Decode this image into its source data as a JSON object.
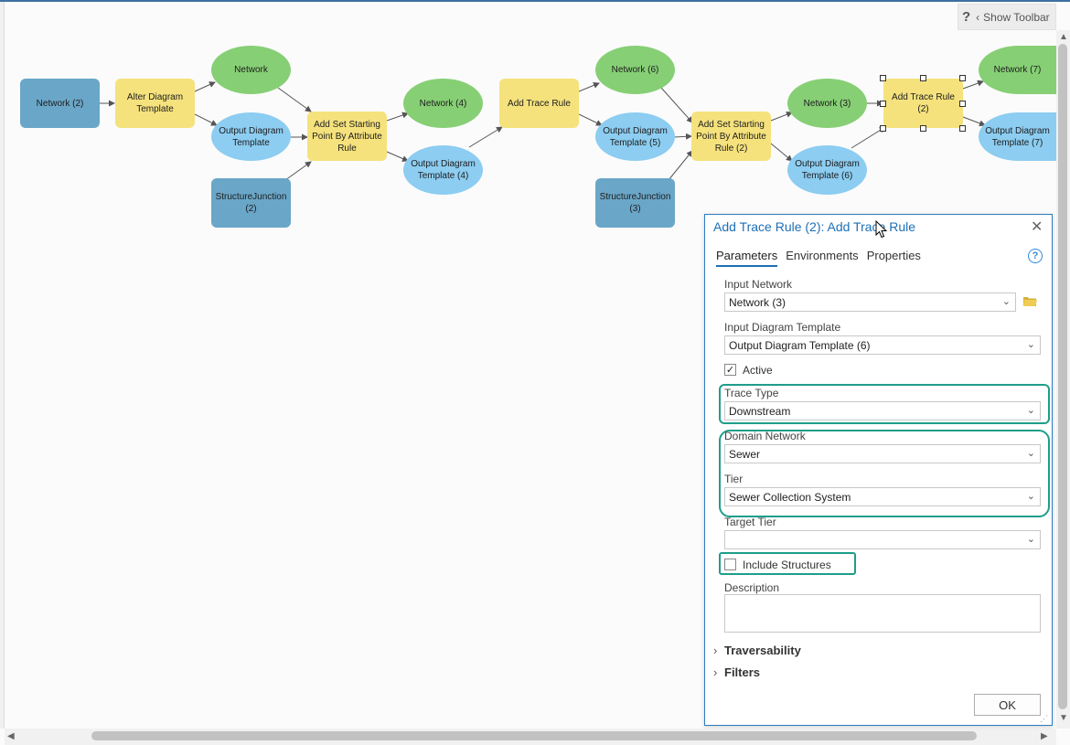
{
  "toolbar": {
    "help_glyph": "?",
    "show_toolbar_label": "Show Toolbar",
    "chevron": "‹"
  },
  "model": {
    "nodes": [
      {
        "label": "Network (2)",
        "kind": "data"
      },
      {
        "label": "Alter Diagram Template",
        "kind": "tool"
      },
      {
        "label": "Network",
        "kind": "variable"
      },
      {
        "label": "Output Diagram Template",
        "kind": "output"
      },
      {
        "label": "StructureJunction (2)",
        "kind": "data"
      },
      {
        "label": "Add Set Starting Point By Attribute Rule",
        "kind": "tool"
      },
      {
        "label": "Network (4)",
        "kind": "variable"
      },
      {
        "label": "Output Diagram Template (4)",
        "kind": "output"
      },
      {
        "label": "Add Trace Rule",
        "kind": "tool"
      },
      {
        "label": "Network (6)",
        "kind": "variable"
      },
      {
        "label": "Output Diagram Template (5)",
        "kind": "output"
      },
      {
        "label": "StructureJunction (3)",
        "kind": "data"
      },
      {
        "label": "Add Set Starting Point By Attribute Rule (2)",
        "kind": "tool"
      },
      {
        "label": "Network (3)",
        "kind": "variable"
      },
      {
        "label": "Output Diagram Template (6)",
        "kind": "output"
      },
      {
        "label": "Add Trace Rule (2)",
        "kind": "tool",
        "selected": true
      },
      {
        "label": "Network (7)",
        "kind": "variable"
      },
      {
        "label": "Output Diagram Template (7)",
        "kind": "output"
      }
    ],
    "colors": {
      "data": "#6aa6c8",
      "tool": "#f5e27d",
      "variable": "#86cf75",
      "output": "#8ccdf1",
      "highlight": "#1e9e8a"
    }
  },
  "dialog": {
    "title": "Add Trace Rule (2): Add Trace Rule",
    "close_glyph": "✕",
    "tabs": [
      "Parameters",
      "Environments",
      "Properties"
    ],
    "help_glyph": "?",
    "input_network": {
      "label": "Input Network",
      "value": "Network (3)"
    },
    "input_template": {
      "label": "Input Diagram Template",
      "value": "Output Diagram Template (6)"
    },
    "active": {
      "label": "Active",
      "checked": true,
      "mark": "✓"
    },
    "trace_type": {
      "label": "Trace Type",
      "value": "Downstream"
    },
    "domain_network": {
      "label": "Domain Network",
      "value": "Sewer"
    },
    "tier": {
      "label": "Tier",
      "value": "Sewer Collection System"
    },
    "target_tier": {
      "label": "Target Tier",
      "value": ""
    },
    "include_structures": {
      "label": "Include Structures",
      "checked": false
    },
    "description": {
      "label": "Description",
      "value": ""
    },
    "sections": [
      "Traversability",
      "Filters"
    ],
    "ok_label": "OK"
  }
}
